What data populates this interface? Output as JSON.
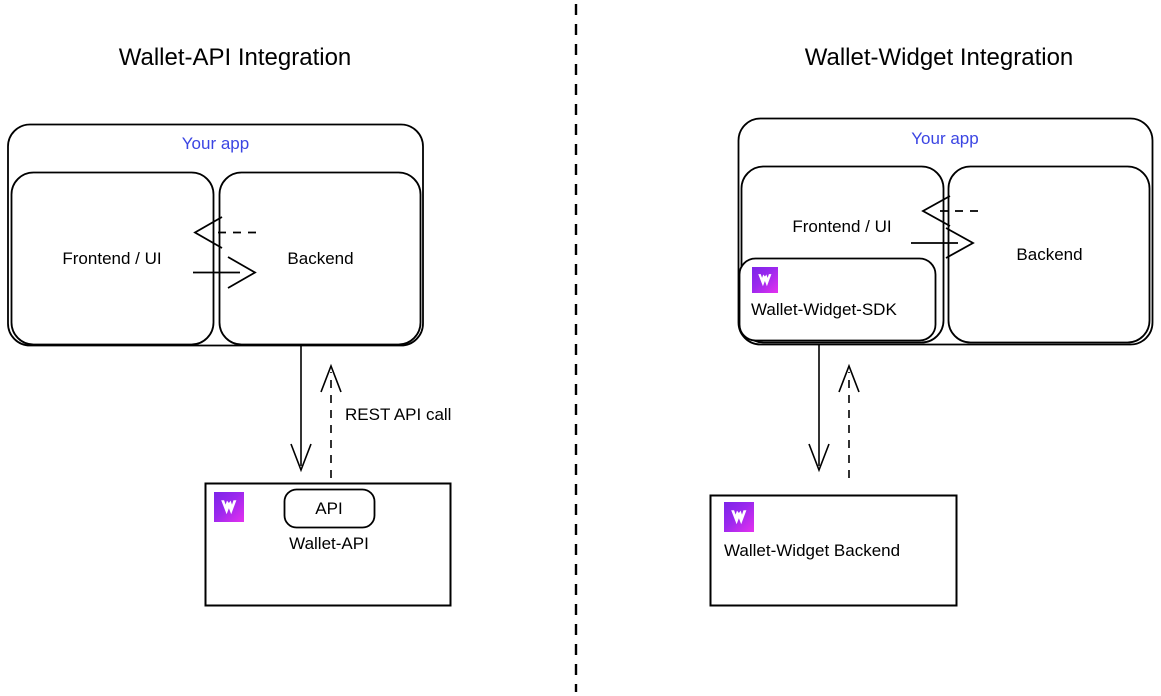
{
  "diagram": {
    "title_left": "Wallet-API Integration",
    "title_right": "Wallet-Widget Integration",
    "divider": "vertical-dashed-divider"
  },
  "left_panel": {
    "app_container_label": "Your app",
    "frontend_label": "Frontend / UI",
    "backend_label": "Backend",
    "arrow_request_label": "",
    "arrow_response_label": "",
    "connector_label": "REST API call",
    "service_box": {
      "logo": "venly-logo-icon",
      "api_chip_label": "API",
      "service_label": "Wallet-API"
    }
  },
  "right_panel": {
    "app_container_label": "Your app",
    "frontend_label": "Frontend / UI",
    "backend_label": "Backend",
    "sdk_box": {
      "logo": "venly-logo-icon",
      "sdk_label": "Wallet-Widget-SDK"
    },
    "service_box": {
      "logo": "venly-logo-icon",
      "service_label": "Wallet-Widget Backend"
    }
  },
  "colors": {
    "app_label": "#3b45e3",
    "stroke": "#000000",
    "logo_gradient_start": "#7b24e8",
    "logo_gradient_end": "#e531ef",
    "background": "#ffffff"
  }
}
